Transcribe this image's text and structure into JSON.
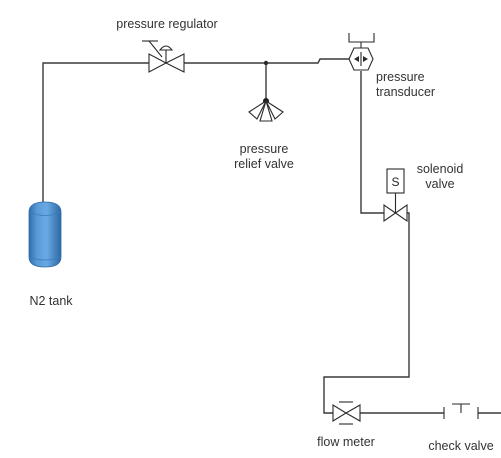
{
  "components": {
    "n2_tank": {
      "label": "N2 tank",
      "color": "#4a8fd0"
    },
    "pressure_regulator": {
      "label": "pressure regulator"
    },
    "pressure_relief_valve": {
      "label_line1": "pressure",
      "label_line2": "relief valve"
    },
    "pressure_transducer": {
      "label_line1": "pressure",
      "label_line2": "transducer"
    },
    "solenoid_valve": {
      "label_line1": "solenoid",
      "label_line2": "valve",
      "actuator_letter": "S"
    },
    "flow_meter": {
      "label": "flow meter"
    },
    "check_valve": {
      "label": "check valve"
    }
  },
  "colors": {
    "pipe": "#3a3a3a",
    "symbol_stroke": "#2a2a2a",
    "label_text": "#333333"
  }
}
